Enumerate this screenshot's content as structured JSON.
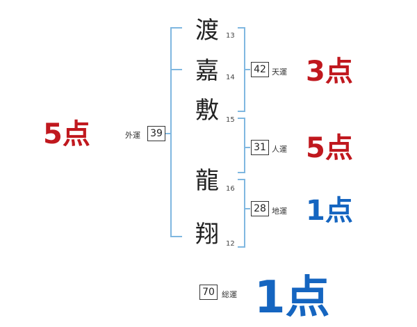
{
  "colors": {
    "bracket": "#7fb7e0",
    "red": "#c0181e",
    "blue": "#1565c0"
  },
  "name": {
    "surname": [
      {
        "char": "渡",
        "strokes": "13"
      },
      {
        "char": "嘉",
        "strokes": "14"
      },
      {
        "char": "敷",
        "strokes": "15"
      }
    ],
    "given": [
      {
        "char": "龍",
        "strokes": "16"
      },
      {
        "char": "翔",
        "strokes": "12"
      }
    ]
  },
  "fortunes": {
    "ten": {
      "value": "42",
      "label": "天運",
      "score": "3点"
    },
    "jin": {
      "value": "31",
      "label": "人運",
      "score": "5点"
    },
    "chi": {
      "value": "28",
      "label": "地運",
      "score": "1点"
    },
    "gai": {
      "value": "39",
      "label": "外運",
      "score": "5点"
    },
    "so": {
      "value": "70",
      "label": "総運",
      "score": "1点"
    }
  }
}
